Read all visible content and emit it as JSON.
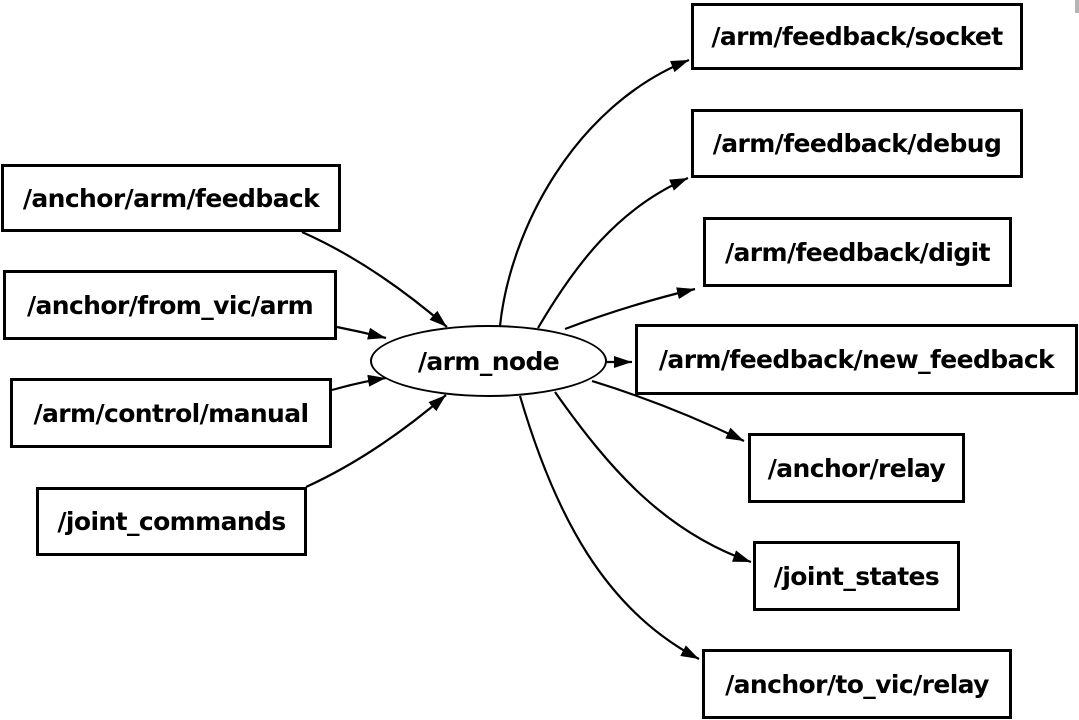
{
  "diagram": {
    "type": "node-graph",
    "background_color": "#ffffff",
    "line_color": "#000000",
    "node_fill_color": "#ffffff",
    "node_border_color": "#000000",
    "text_color": "#000000",
    "center_node": {
      "label": "/arm_node",
      "shape": "ellipse"
    },
    "input_topics": [
      {
        "label": "/anchor/arm/feedback",
        "shape": "box"
      },
      {
        "label": "/anchor/from_vic/arm",
        "shape": "box"
      },
      {
        "label": "/arm/control/manual",
        "shape": "box"
      },
      {
        "label": "/joint_commands",
        "shape": "box"
      }
    ],
    "output_topics": [
      {
        "label": "/arm/feedback/socket",
        "shape": "box"
      },
      {
        "label": "/arm/feedback/debug",
        "shape": "box"
      },
      {
        "label": "/arm/feedback/digit",
        "shape": "box"
      },
      {
        "label": "/arm/feedback/new_feedback",
        "shape": "box"
      },
      {
        "label": "/anchor/relay",
        "shape": "box"
      },
      {
        "label": "/joint_states",
        "shape": "box"
      },
      {
        "label": "/anchor/to_vic/relay",
        "shape": "box"
      }
    ],
    "edges": [
      {
        "from": "/anchor/arm/feedback",
        "to": "/arm_node"
      },
      {
        "from": "/anchor/from_vic/arm",
        "to": "/arm_node"
      },
      {
        "from": "/arm/control/manual",
        "to": "/arm_node"
      },
      {
        "from": "/joint_commands",
        "to": "/arm_node"
      },
      {
        "from": "/arm_node",
        "to": "/arm/feedback/socket"
      },
      {
        "from": "/arm_node",
        "to": "/arm/feedback/debug"
      },
      {
        "from": "/arm_node",
        "to": "/arm/feedback/digit"
      },
      {
        "from": "/arm_node",
        "to": "/arm/feedback/new_feedback"
      },
      {
        "from": "/arm_node",
        "to": "/anchor/relay"
      },
      {
        "from": "/arm_node",
        "to": "/joint_states"
      },
      {
        "from": "/arm_node",
        "to": "/anchor/to_vic/relay"
      }
    ]
  }
}
